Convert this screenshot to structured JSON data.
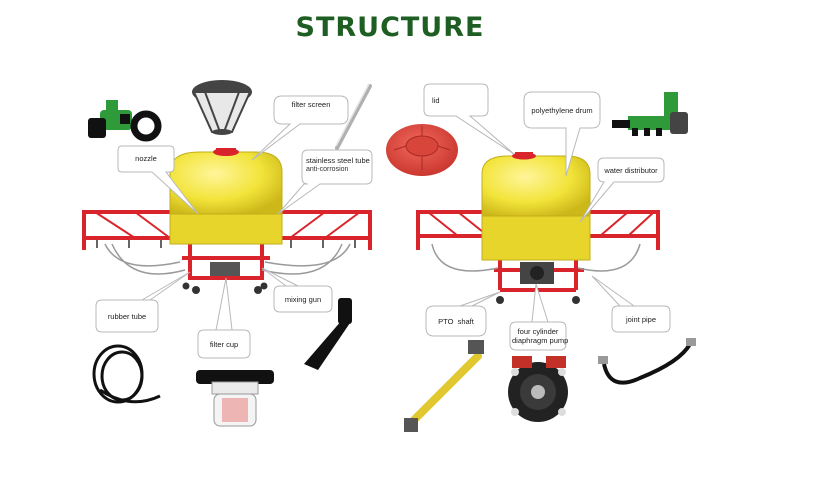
{
  "title": "STRUCTURE",
  "callouts": {
    "filter_screen": "filter screen",
    "nozzle": "nozzle",
    "stainless_steel_tube": "stainless steel tube",
    "anti_corrosion": "anti-corrosion",
    "rubber_tube": "rubber tube",
    "filter_cup": "filter cup",
    "mixing_gun": "mixing gun",
    "lid": "lid",
    "polyethylene_drum": "polyethylene drum",
    "water_distributor": "water distributor",
    "pto_shaft": "PTO  shaft",
    "four_cylinder_pump_line1": "four cylinder",
    "four_cylinder_pump_line2": "diaphragm pump",
    "joint_pipe": "joint pipe"
  },
  "colors": {
    "title": "#1e5e22",
    "tank": "#f2e43a",
    "frame": "#d8242a",
    "callout_fill": "#ffffff",
    "callout_stroke": "#b8b8b8",
    "green_part": "#2f9a3a",
    "orange_lid": "#e0443a"
  }
}
